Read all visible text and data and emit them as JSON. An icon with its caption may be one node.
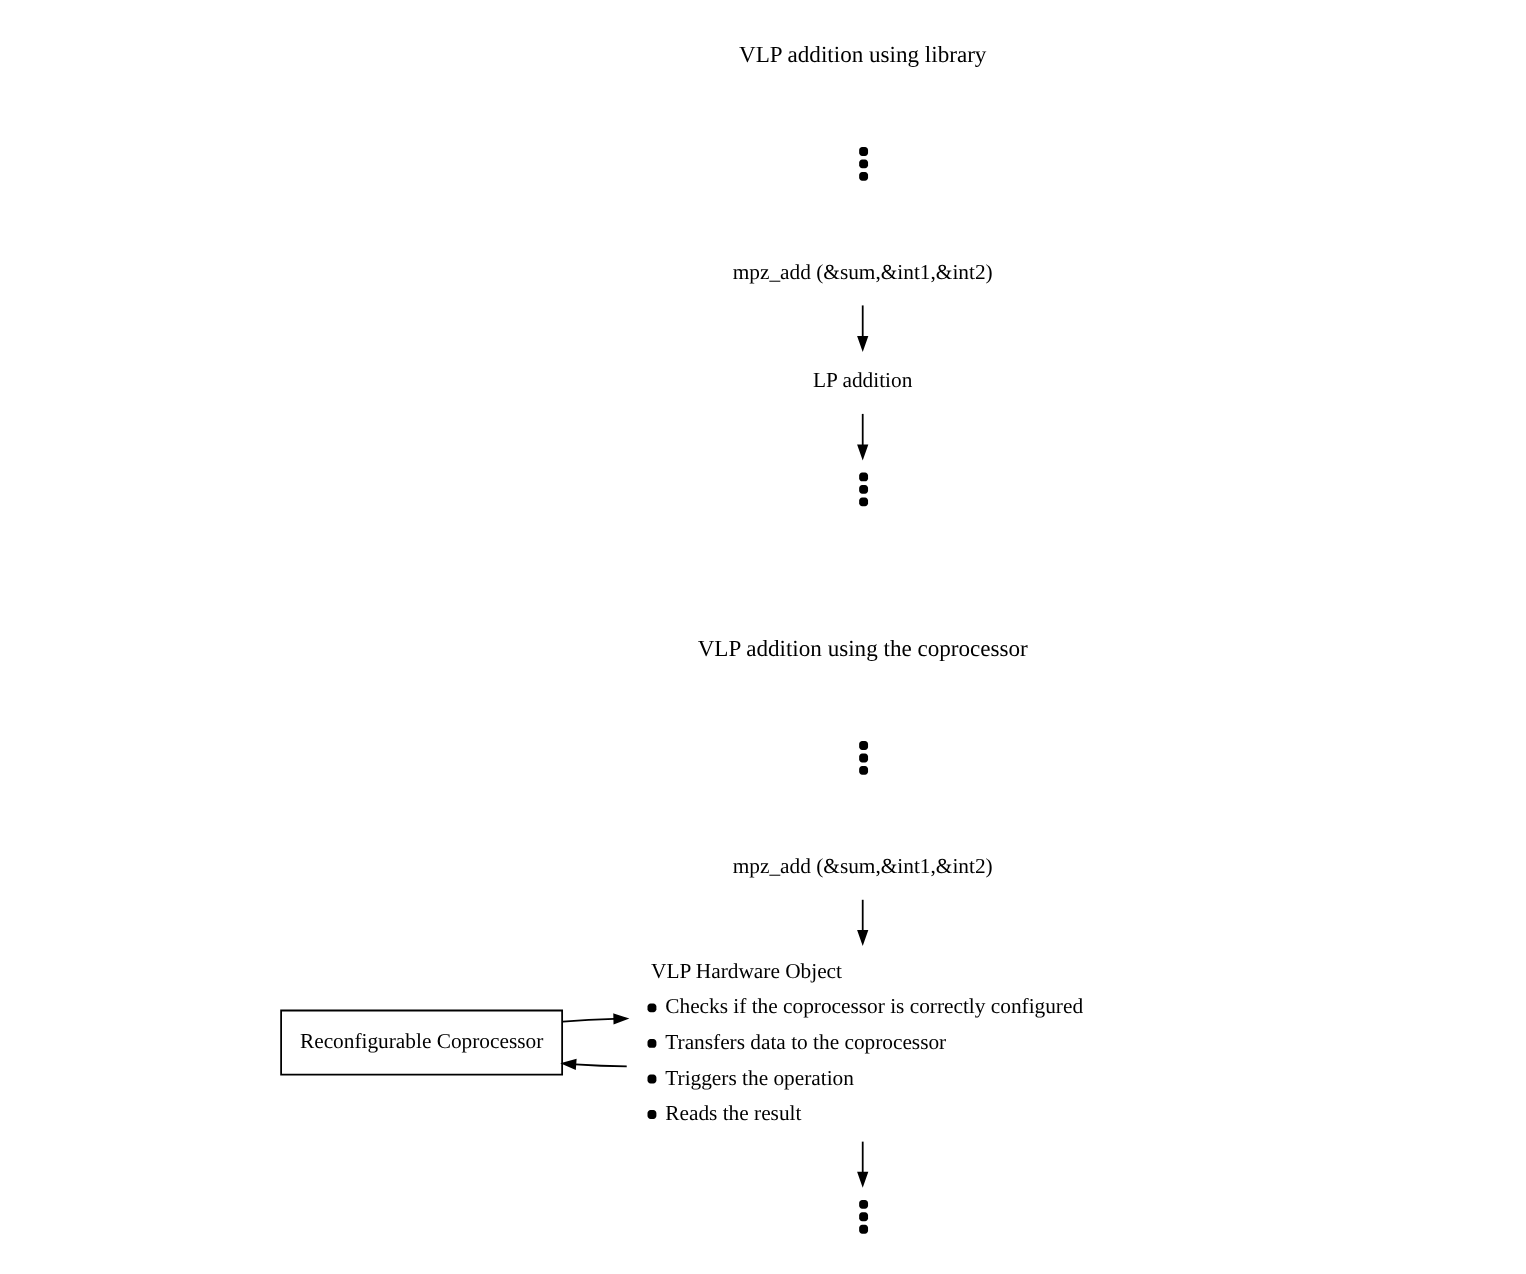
{
  "diagram": {
    "nodes": [
      {
        "text": [],
        "shape": "dots"
      },
      {
        "text": [
          "mpz_add (&sum,&int1,&int2)"
        ]
      },
      {
        "text": [
          "LP addition"
        ]
      },
      {
        "text": [],
        "shape": "dots"
      },
      {
        "text": [],
        "shape": "dots"
      },
      {
        "text": [
          "mpz_add (&sum,&int1,&int2)"
        ]
      },
      {
        "text": [
          "VLP Hardware Object",
          "Checks if the coprocessor is correctly configured",
          "Transfers data to the coprocessor",
          "Triggers the operation",
          "Reads the result"
        ]
      },
      {
        "text": [
          "Reconfigurable Coprocessor"
        ]
      },
      {
        "text": [],
        "shape": "dots"
      }
    ],
    "edges": [
      {
        "from": 1,
        "to": 2,
        "arrow": "to"
      },
      {
        "from": 2,
        "to": 3,
        "arrow": "to"
      },
      {
        "from": 5,
        "to": 6,
        "arrow": "to"
      },
      {
        "from": 6,
        "to": 7,
        "arrow": "to"
      },
      {
        "from": 7,
        "to": 6,
        "arrow": "to"
      },
      {
        "from": 6,
        "to": 8,
        "arrow": "to"
      }
    ],
    "labels": [
      "VLP addition using library",
      "VLP addition using the coprocessor"
    ]
  }
}
